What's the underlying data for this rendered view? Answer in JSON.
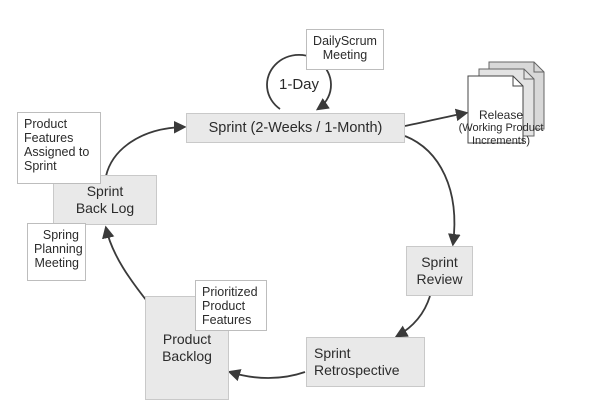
{
  "sprint": {
    "label": "Sprint (2-Weeks / 1-Month)"
  },
  "daily": {
    "cycle_label": "1-Day",
    "meeting_label": "DailyScrum\nMeeting"
  },
  "release": {
    "title": "Release",
    "detail": "(Working Product\nIncrements)"
  },
  "sprint_review": {
    "label": "Sprint\nReview"
  },
  "sprint_retrospective": {
    "label": "Sprint\nRetrospective"
  },
  "product_backlog": {
    "label": "Product\nBacklog",
    "note": "Prioritized\nProduct\nFeatures"
  },
  "sprint_backlog": {
    "label": "Sprint\nBack Log",
    "note_top": "Product\nFeatures\nAssigned to\nSprint",
    "note_bottom": "Spring\nPlanning\nMeeting"
  }
}
